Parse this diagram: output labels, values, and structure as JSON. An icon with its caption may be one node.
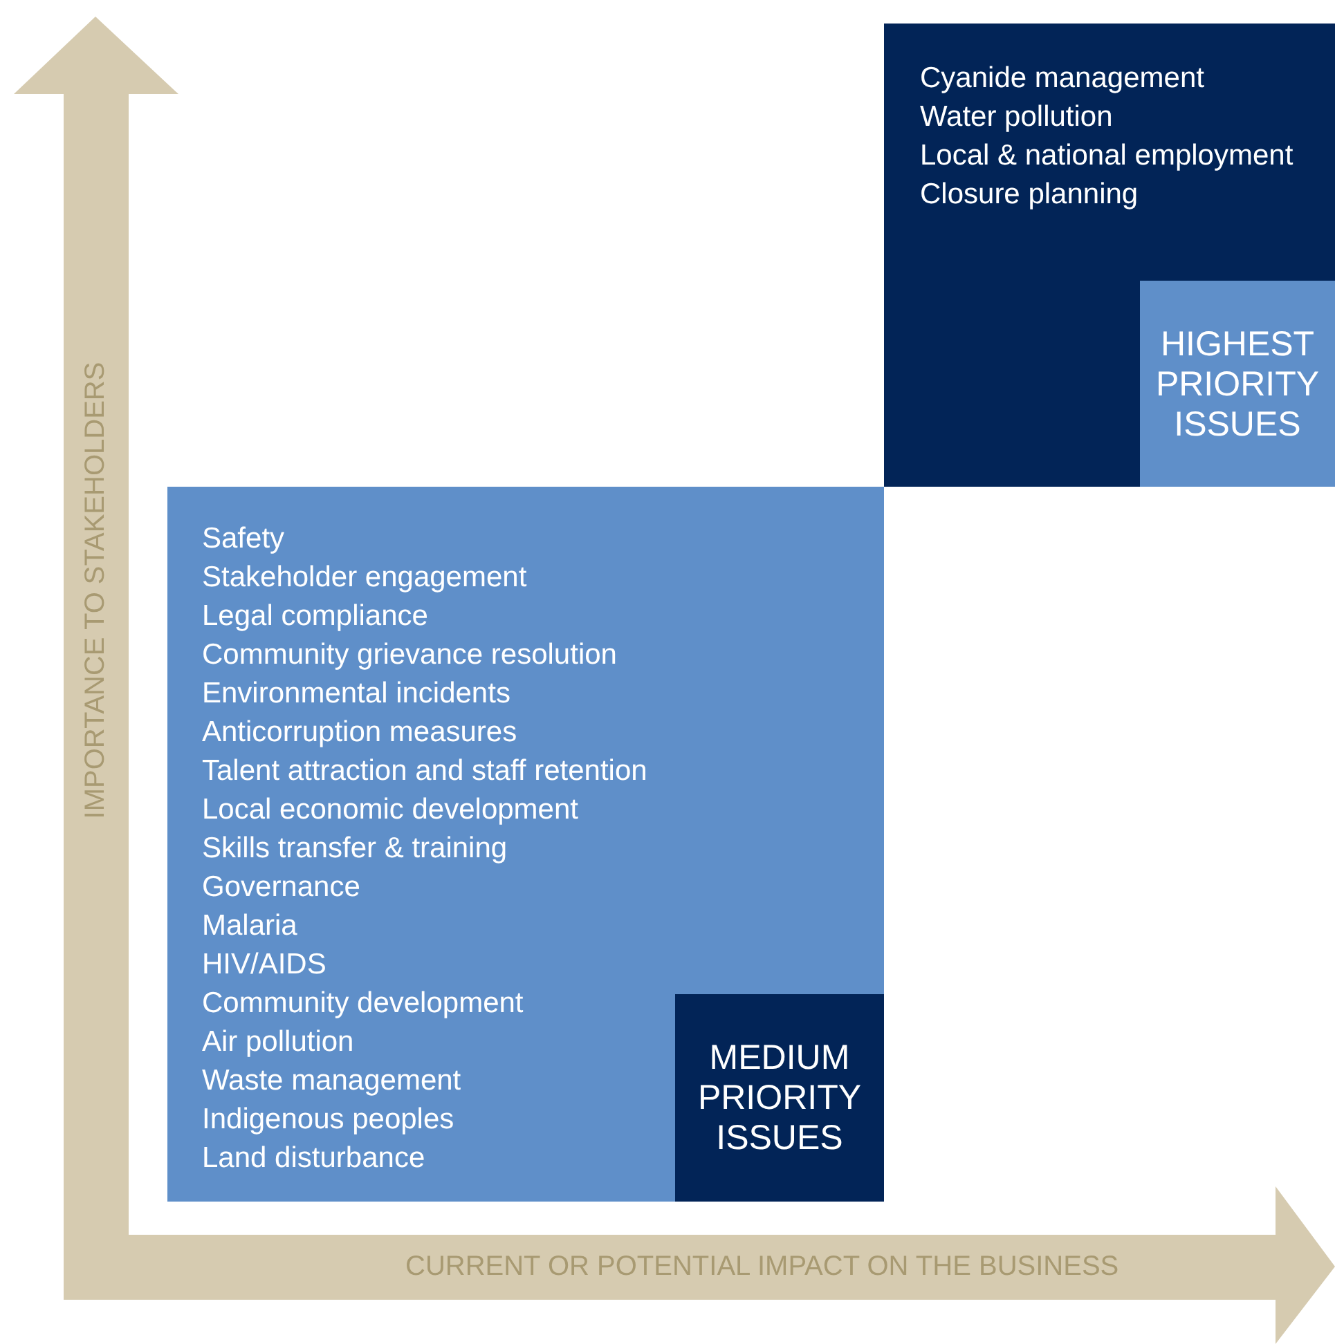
{
  "diagram": {
    "nodes": [
      {
        "text": [
          "Cyanide management",
          "Water pollution",
          "Local & national employment",
          "Closure planning"
        ]
      },
      {
        "text": [
          "HIGHEST PRIORITY ISSUES"
        ],
        "in": 0
      },
      {
        "text": [
          "Safety",
          "Stakeholder engagement",
          "Legal compliance",
          "Community grievance resolution",
          "Environmental incidents",
          "Anticorruption measures",
          "Talent attraction and staff retention",
          "Local economic development",
          "Skills transfer & training",
          "Governance",
          "Malaria",
          "HIV/AIDS",
          "Community development",
          "Air pollution",
          "Waste management",
          "Indigenous peoples",
          "Land disturbance"
        ]
      },
      {
        "text": [
          "MEDIUM PRIORITY ISSUES"
        ],
        "in": 2
      }
    ],
    "edges": [],
    "labels": [
      "IMPORTANCE TO STAKEHOLDERS",
      "CURRENT OR POTENTIAL IMPACT ON THE BUSINESS"
    ]
  }
}
